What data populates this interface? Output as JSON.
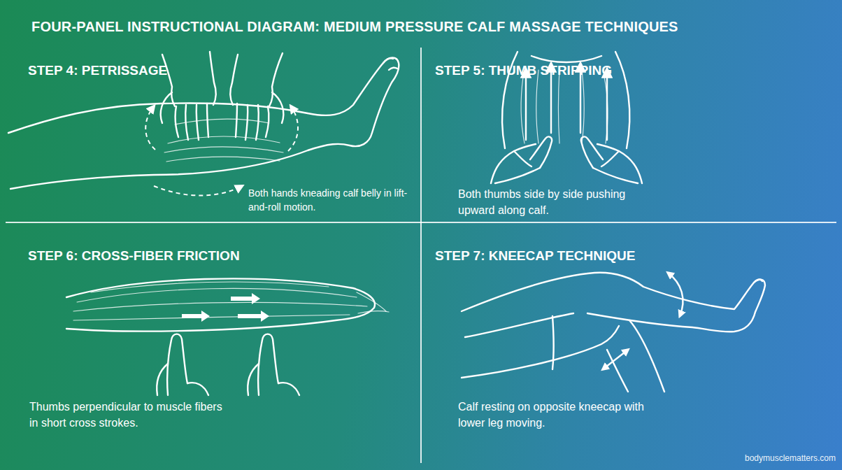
{
  "diagram": {
    "title": "FOUR-PANEL INSTRUCTIONAL DIAGRAM: MEDIUM PRESSURE CALF MASSAGE TECHNIQUES",
    "nodes": [
      {
        "text": [
          "STEP 4: PETRISSAGE",
          "Both hands kneading calf belly in lift-and-roll motion."
        ]
      },
      {
        "text": [
          "STEP 5: THUMB STRIPPING",
          "Both thumbs side by side pushing upward along calf."
        ]
      },
      {
        "text": [
          "STEP 6: CROSS-FIBER FRICTION",
          "Thumbs perpendicular to muscle fibers in short cross strokes."
        ]
      },
      {
        "text": [
          "STEP 7: KNEECAP TECHNIQUE",
          "Calf resting on opposite kneecap with lower leg moving."
        ]
      }
    ],
    "labels": [
      "bodymusclematters.com"
    ]
  }
}
